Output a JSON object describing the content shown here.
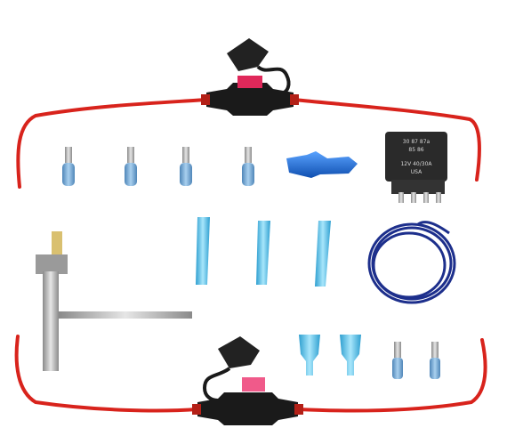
{
  "colors": {
    "background": "#ffffff",
    "wire_red": "#d8231c",
    "fuse_holder": "#1a1a1a",
    "fuse_red": "#e0285a",
    "fuse_pink": "#f05a8a",
    "terminal_blue": "#6aa8d8",
    "heat_shrink": "#5bbfe6",
    "tap_connector": "#1f6fd6",
    "blue_wire": "#1d2f8c",
    "metal": "#c8c8c8",
    "relay_body": "#2a2a2a"
  },
  "relay": {
    "label_line1": "30  87  87a",
    "label_line2": "85  86",
    "label_line3": "12V 40/30A",
    "label_line4": "USA"
  },
  "items": {
    "fuse_holder_top": "fuse-holder-icon",
    "fuse_holder_bottom": "fuse-holder-icon",
    "small_terminals_count": 4,
    "heat_shrink_butt_connectors_count": 3,
    "large_female_terminals_count": 2,
    "small_female_terminals_count": 2
  }
}
